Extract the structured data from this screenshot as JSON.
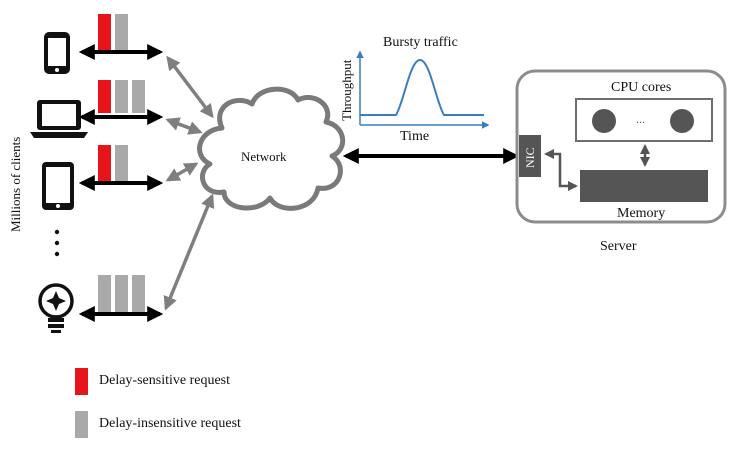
{
  "labels": {
    "y_axis_side": "Millions of clients",
    "network": "Network",
    "bursty_title": "Bursty traffic",
    "throughput": "Throughput",
    "time": "Time",
    "cpu_cores": "CPU cores",
    "cpu_ellipsis": "...",
    "nic": "NIC",
    "memory": "Memory",
    "server": "Server",
    "more_clients": "⋮"
  },
  "legend": [
    {
      "key": "sensitive",
      "label": "Delay-sensitive request",
      "color": "#e8141c"
    },
    {
      "key": "insensitive",
      "label": "Delay-insensitive request",
      "color": "#a9a9a9"
    }
  ],
  "clients": [
    {
      "device": "smartphone-icon",
      "requests": [
        "sensitive",
        "insensitive"
      ]
    },
    {
      "device": "laptop-icon",
      "requests": [
        "sensitive",
        "insensitive",
        "insensitive"
      ]
    },
    {
      "device": "tablet-icon",
      "requests": [
        "sensitive",
        "insensitive"
      ]
    },
    {
      "device": "smart-bulb-icon",
      "requests": [
        "insensitive",
        "insensitive",
        "insensitive"
      ]
    }
  ],
  "colors": {
    "sensitive": "#e8141c",
    "insensitive": "#a9a9a9",
    "throughput_curve": "#3a7cc0",
    "network_arrows": "#7f7f7f",
    "server_box": "#8c8c8c",
    "nic_fill": "#555555",
    "memory_fill": "#555555"
  }
}
